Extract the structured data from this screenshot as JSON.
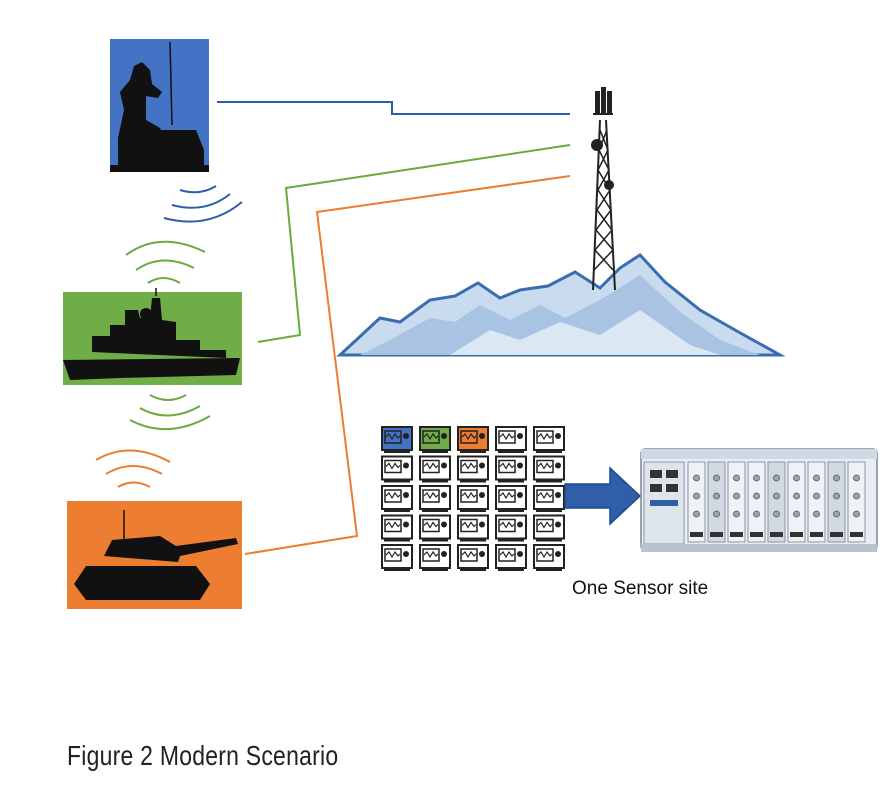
{
  "caption": "Figure 2 Modern Scenario",
  "sensor_site_label": "One Sensor site",
  "colors": {
    "soldier": "#4472c4",
    "ship": "#70ad47",
    "tank": "#ed7d31",
    "mountain": "#a9c4e3",
    "mountain_edge": "#3a6db0",
    "instrument": "#222222",
    "arrow": "#2e5fa8"
  },
  "icons": {
    "soldier": "soldier-radio-icon",
    "ship": "warship-icon",
    "tank": "tank-icon",
    "tower": "cell-tower-icon",
    "mountain": "mountain-icon",
    "instrument": "oscilloscope-icon",
    "arrow": "arrow-right-icon",
    "chassis": "pxi-chassis-icon"
  },
  "instrument_grid": {
    "rows": 5,
    "cols": 5,
    "highlighted": [
      "blue",
      "green",
      "orange"
    ]
  }
}
